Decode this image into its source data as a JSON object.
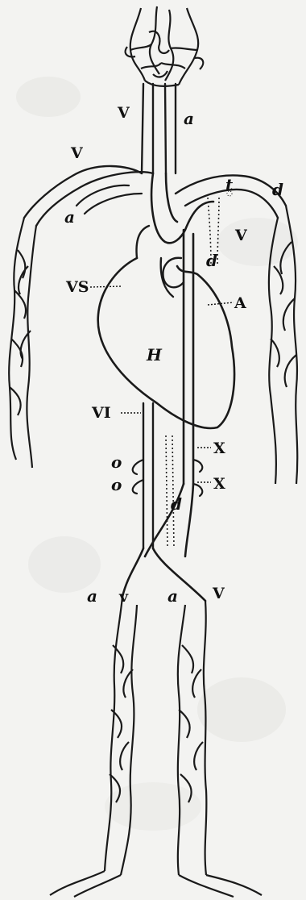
{
  "labels": {
    "V_head": "V",
    "a_head": "a",
    "V_left_arm": "V",
    "a_left_arm": "a",
    "t": "t",
    "d_right_arm": "d",
    "V_right_arm": "V",
    "d_upper": "d",
    "VS": "VS",
    "A": "A",
    "H": "H",
    "VI": "VI",
    "o_1": "o",
    "o_2": "o",
    "d_lower": "d",
    "X_1": "X",
    "X_2": "X",
    "a_left_leg": "a",
    "v_left_leg": "v",
    "a_right_leg": "a",
    "V_right_leg": "V"
  }
}
